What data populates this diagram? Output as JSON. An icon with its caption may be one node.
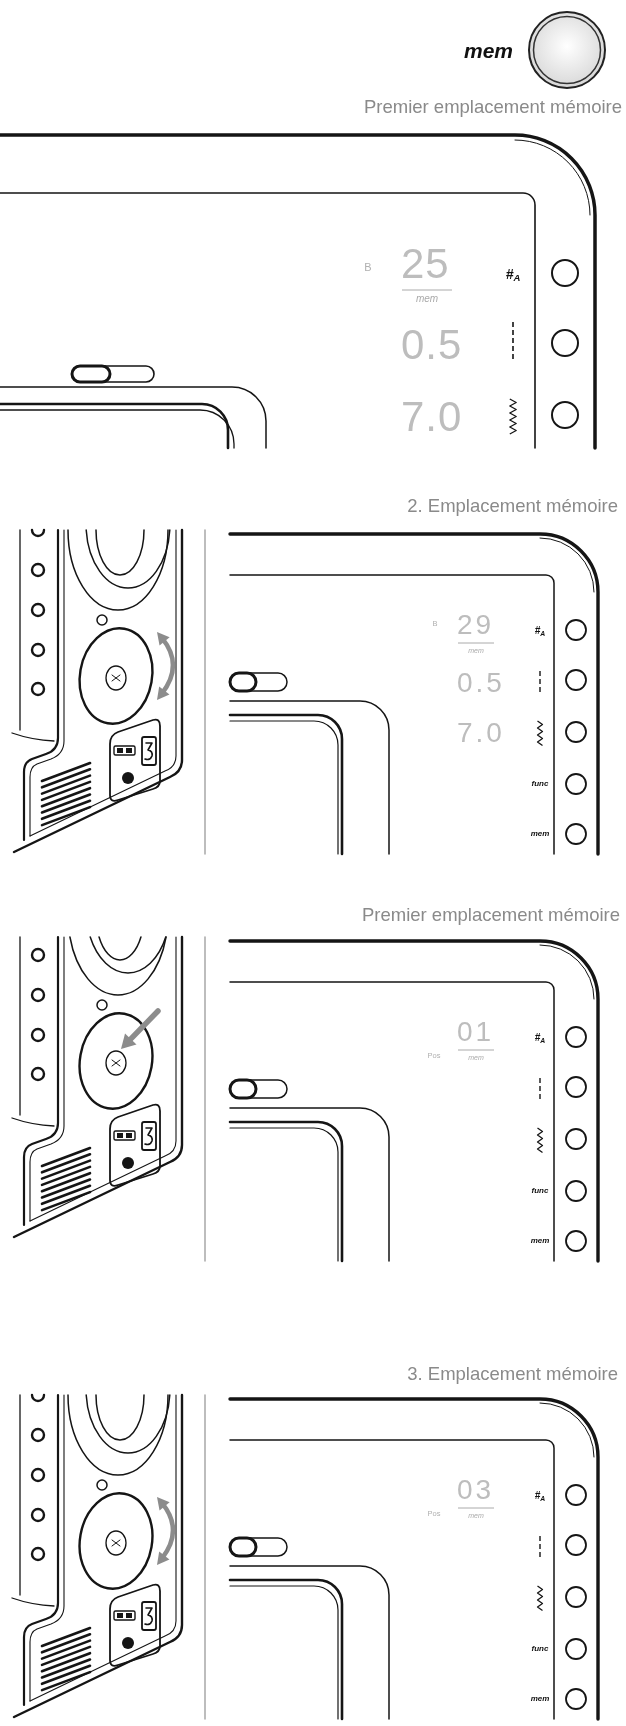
{
  "diagram": {
    "labels": [
      "mem",
      "Premier emplacement mémoire",
      "B",
      "25",
      "#$_{A}$",
      "mem",
      "0.5",
      "7.0",
      "2. Emplacement mémoire",
      "B",
      "29",
      "#$_{A}$",
      "mem",
      "0.5",
      "7.0",
      "func",
      "mem",
      "Premier emplacement mémoire",
      "01",
      "#$_{A}$",
      "Pos",
      "mem",
      "func",
      "mem",
      "3. Emplacement mémoire",
      "03",
      "#$_{A}$",
      "Pos",
      "mem",
      "func",
      "mem"
    ]
  }
}
